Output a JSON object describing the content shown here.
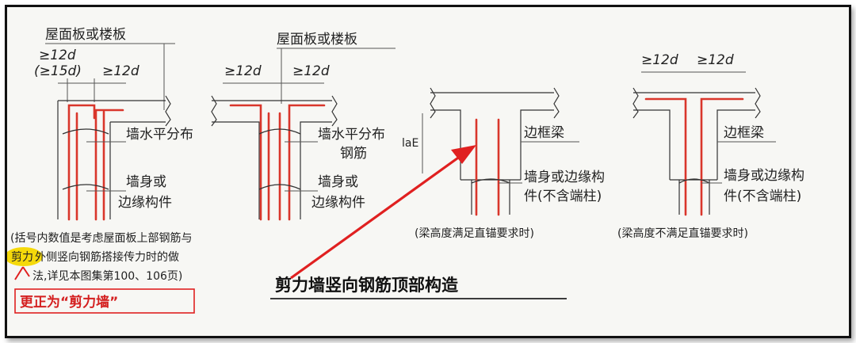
{
  "labels": {
    "slab_top": "屋面板或楼板",
    "ge12d": "≥12d",
    "ge15d": "(≥15d)",
    "wall_horizontal_1": "墙水平分布",
    "wall_horizontal_2": "钢筋",
    "wall_body_1": "墙身或",
    "wall_body_2": "边缘构件",
    "edge_beam": "边框梁",
    "wall_edge_1": "墙身或边缘构",
    "wall_edge_2": "件(不含端柱)",
    "la_e": "laE",
    "caption_c": "(梁高度满足直锚要求时)",
    "caption_d": "(梁高度不满足直锚要求时)"
  },
  "note": {
    "line1": "(括号内数值是考虑屋面板上部钢筋与",
    "line2_highlight": "剪力",
    "line2_rest": "外侧竖向钢筋搭接传力时的做",
    "line3": "法,详见本图集第100、106页)"
  },
  "correction": "更正为“剪力墙”",
  "title": "剪力墙竖向钢筋顶部构造",
  "colors": {
    "rebar": "#d9362b",
    "annotation": "#e02020",
    "highlight": "#f5d90a"
  }
}
